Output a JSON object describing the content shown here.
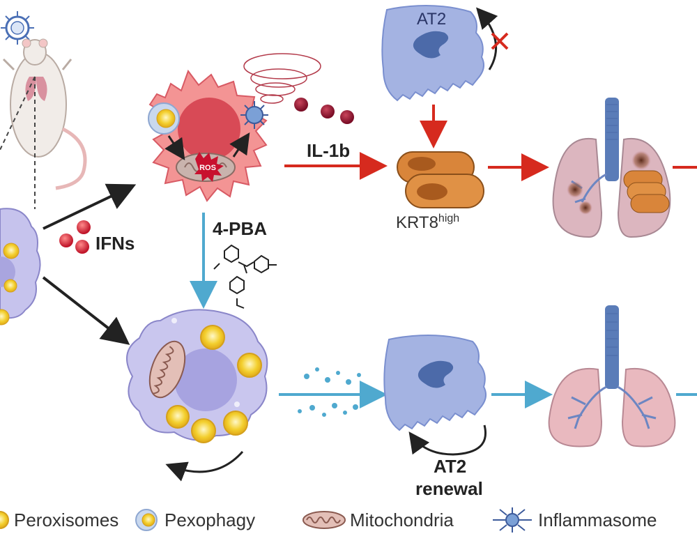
{
  "labels": {
    "at2_top": "AT2",
    "il1b": "IL-1b",
    "krt8_base": "KRT8",
    "krt8_sup": "high",
    "ifns": "IFNs",
    "pba": "4-PBA",
    "at2_renewal_line1": "AT2",
    "at2_renewal_line2": "renewal",
    "ros": "ROS"
  },
  "legend": [
    {
      "icon": "peroxisome-icon",
      "label": "Peroxisomes"
    },
    {
      "icon": "pexophagy-icon",
      "label": "Pexophagy"
    },
    {
      "icon": "mitochondria-icon",
      "label": "Mitochondria"
    },
    {
      "icon": "inflammasome-icon",
      "label": "Inflammasome"
    }
  ],
  "colors": {
    "inflammatory_cell": "#f08a8a",
    "healthy_cell": "#c9c6ee",
    "at2_cell": "#9fb0e0",
    "red_arrow": "#d62a1e",
    "blue_arrow": "#4fa9cf",
    "black_arrow": "#222222",
    "krt8_cell": "#d9853a",
    "lung": "#e9b9bf",
    "trachea": "#5a7cb8"
  }
}
